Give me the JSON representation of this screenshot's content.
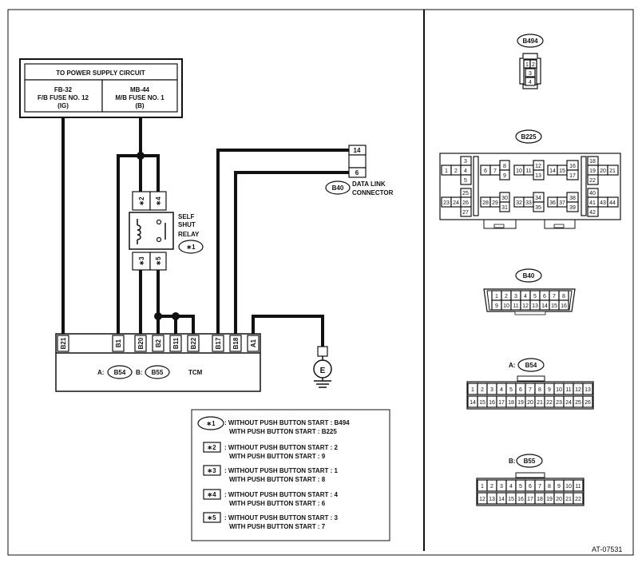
{
  "power": {
    "title": "TO POWER SUPPLY CIRCUIT",
    "left": [
      "FB-32",
      "F/B FUSE NO. 12",
      "(IG)"
    ],
    "right": [
      "MB-44",
      "M/B FUSE NO. 1",
      "(B)"
    ]
  },
  "relay": {
    "label": [
      "SELF",
      "SHUT",
      "RELAY"
    ],
    "ref": "∗1",
    "pins_top": [
      "∗2",
      "∗4"
    ],
    "pins_bottom": [
      "∗3",
      "∗5"
    ]
  },
  "dlc": {
    "pins": [
      "14",
      "6"
    ],
    "connector": "B40",
    "label": [
      "DATA LINK",
      "CONNECTOR"
    ]
  },
  "tcm": {
    "pins": [
      "B21",
      "B1",
      "B20",
      "B2",
      "B11",
      "B22",
      "B17",
      "B18",
      "A1"
    ],
    "conn_a_prefix": "A:",
    "conn_a": "B54",
    "conn_b_prefix": "B:",
    "conn_b": "B55",
    "label": "TCM"
  },
  "ground": "E",
  "legend": [
    {
      "key": "∗1",
      "oval": true,
      "line1": ": WITHOUT PUSH BUTTON START  :  B494",
      "line2": "WITH PUSH BUTTON START  :  B225"
    },
    {
      "key": "∗2",
      "oval": false,
      "line1": ": WITHOUT PUSH BUTTON START  :  2",
      "line2": "WITH PUSH BUTTON START  :  9"
    },
    {
      "key": "∗3",
      "oval": false,
      "line1": ": WITHOUT PUSH BUTTON START  :  1",
      "line2": "WITH PUSH BUTTON START  :  8"
    },
    {
      "key": "∗4",
      "oval": false,
      "line1": ": WITHOUT PUSH BUTTON START  :  4",
      "line2": "WITH PUSH BUTTON START  :  6"
    },
    {
      "key": "∗5",
      "oval": false,
      "line1": ": WITHOUT PUSH BUTTON START  :  3",
      "line2": "WITH PUSH BUTTON START  :  7"
    }
  ],
  "connectors": {
    "b494": {
      "name": "B494",
      "pins": [
        "1",
        "2",
        "3",
        "4"
      ]
    },
    "b225": {
      "name": "B225",
      "groups": [
        [
          "1",
          "2",
          "3",
          "4",
          "5"
        ],
        [
          "6",
          "7",
          "8",
          "9"
        ],
        [
          "10",
          "11",
          "12",
          "13"
        ],
        [
          "14",
          "15",
          "16",
          "17"
        ],
        [
          "18",
          "19",
          "20",
          "21",
          "22"
        ],
        [
          "23",
          "24",
          "25",
          "26",
          "27"
        ],
        [
          "28",
          "29",
          "30",
          "31"
        ],
        [
          "32",
          "33",
          "34",
          "35"
        ],
        [
          "36",
          "37",
          "38",
          "39"
        ],
        [
          "40",
          "41",
          "42",
          "43",
          "44"
        ]
      ]
    },
    "b40": {
      "name": "B40",
      "row1": [
        "1",
        "2",
        "3",
        "4",
        "5",
        "6",
        "7",
        "8"
      ],
      "row2": [
        "9",
        "10",
        "11",
        "12",
        "13",
        "14",
        "15",
        "16"
      ]
    },
    "b54": {
      "prefix": "A:",
      "name": "B54",
      "row1": [
        "1",
        "2",
        "3",
        "4",
        "5",
        "6",
        "7",
        "8",
        "9",
        "10",
        "11",
        "12",
        "13"
      ],
      "row2": [
        "14",
        "15",
        "16",
        "17",
        "18",
        "19",
        "20",
        "21",
        "22",
        "23",
        "24",
        "25",
        "26"
      ]
    },
    "b55": {
      "prefix": "B:",
      "name": "B55",
      "row1": [
        "1",
        "2",
        "3",
        "4",
        "5",
        "6",
        "7",
        "8",
        "9",
        "10",
        "11"
      ],
      "row2": [
        "12",
        "13",
        "14",
        "15",
        "16",
        "17",
        "18",
        "19",
        "20",
        "21",
        "22"
      ]
    }
  },
  "figure_id": "AT-07531"
}
